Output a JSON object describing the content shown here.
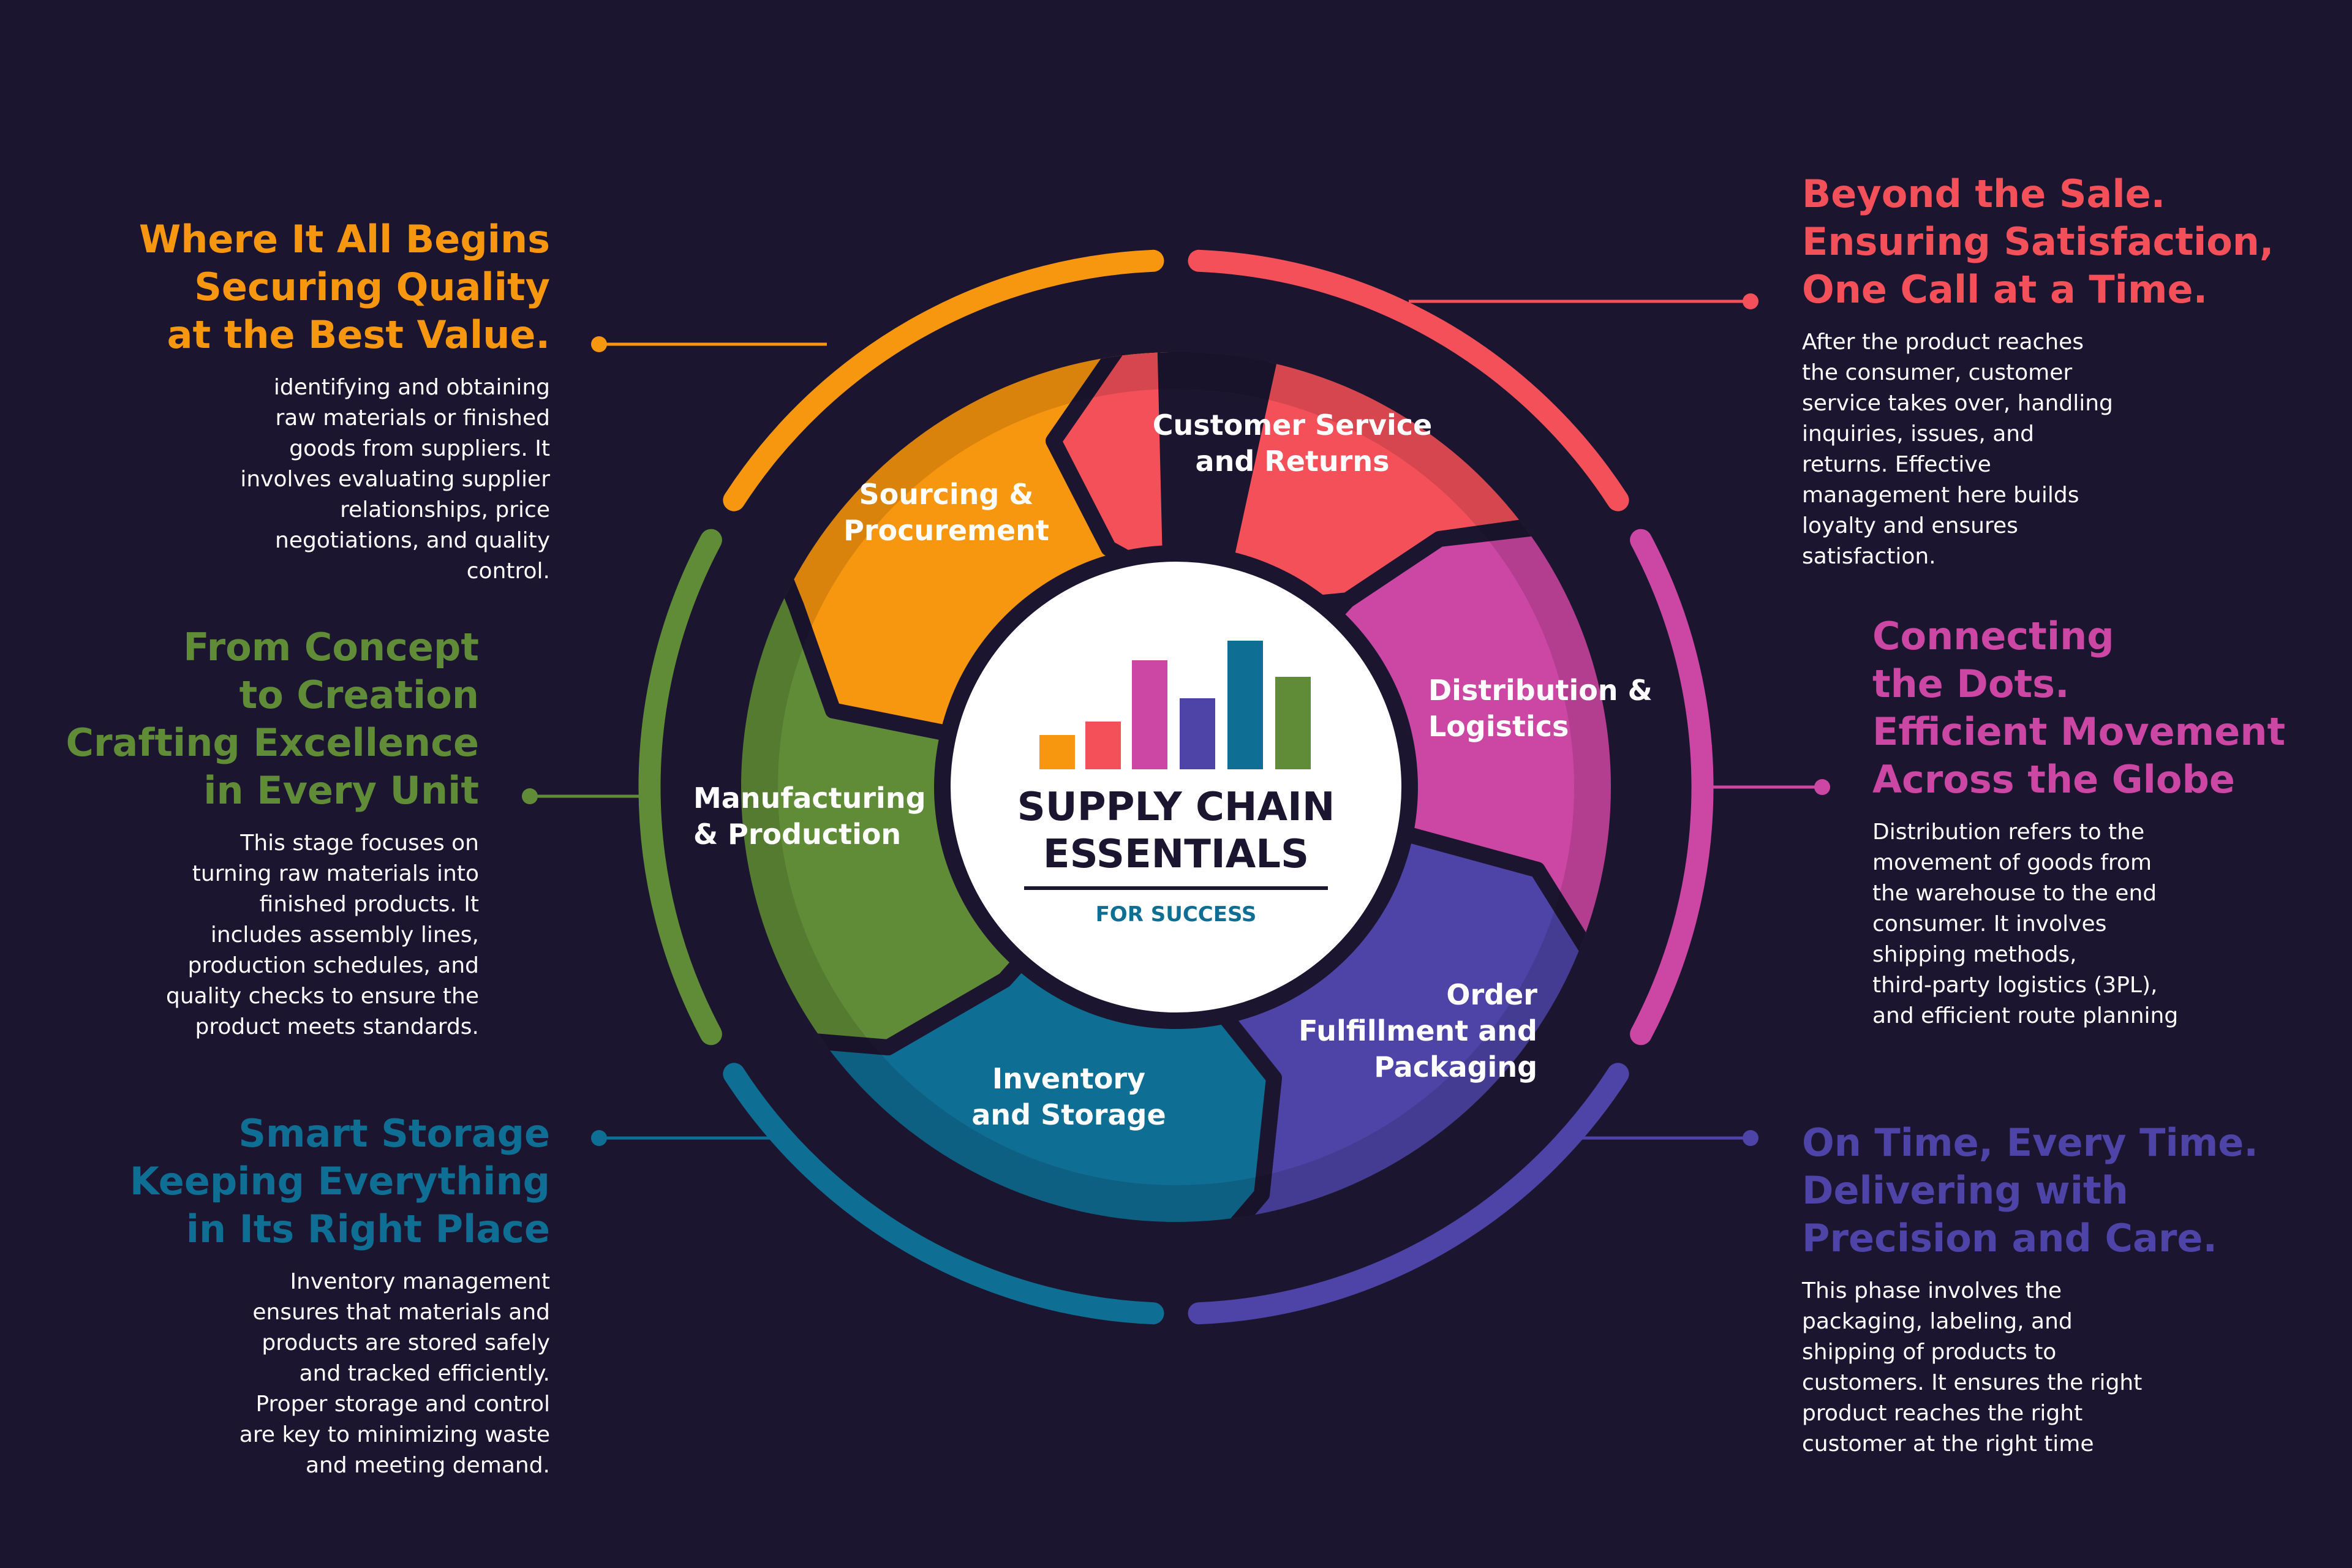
{
  "center": {
    "title_line1": "SUPPLY CHAIN",
    "title_line2": "ESSENTIALS",
    "subtitle": "FOR SUCCESS"
  },
  "colors": {
    "background": "#1c1530",
    "sourcing": "#f7960f",
    "customer_service": "#f4505a",
    "distribution": "#cc46a3",
    "fulfillment": "#4e44a8",
    "inventory": "#0f6e93",
    "manufacturing": "#608c37"
  },
  "segments": {
    "sourcing": "Sourcing & Procurement",
    "customer_service": "Customer Service and Returns",
    "distribution": "Distribution & Logistics",
    "fulfillment": "Order Fulfillment and Packaging",
    "inventory": "Inventory and Storage",
    "manufacturing": "Manufacturing & Production"
  },
  "blocks": {
    "sourcing": {
      "heading": [
        "Where It All Begins",
        "Securing Quality",
        "at the Best Value."
      ],
      "body": [
        "identifying and obtaining",
        "raw materials or finished",
        "goods from suppliers. It",
        "involves evaluating supplier",
        "relationships, price",
        "negotiations, and quality",
        "control."
      ]
    },
    "manufacturing": {
      "heading": [
        "From Concept",
        "to Creation",
        "Crafting Excellence",
        "in Every Unit"
      ],
      "body": [
        "This stage focuses on",
        "turning raw materials into",
        "finished products. It",
        "includes assembly lines,",
        "production schedules, and",
        "quality checks to ensure the",
        "product meets standards."
      ]
    },
    "inventory": {
      "heading": [
        "Smart Storage",
        "Keeping Everything",
        "in Its Right Place"
      ],
      "body": [
        "Inventory management",
        "ensures that materials and",
        "products are stored safely",
        "and tracked efficiently.",
        "Proper storage and control",
        "are key to minimizing waste",
        "and meeting demand."
      ]
    },
    "customer_service": {
      "heading": [
        "Beyond the Sale.",
        "Ensuring Satisfaction,",
        "One Call at a Time."
      ],
      "body": [
        "After the product reaches",
        "the consumer, customer",
        "service takes over, handling",
        "inquiries, issues, and",
        "returns. Effective",
        "management here builds",
        "loyalty and ensures",
        "satisfaction."
      ]
    },
    "distribution": {
      "heading": [
        "Connecting",
        "the Dots.",
        "Efficient Movement",
        "Across the Globe"
      ],
      "body": [
        "Distribution refers to the",
        "movement of goods from",
        "the warehouse to the end",
        "consumer. It involves",
        "shipping methods,",
        "third-party logistics (3PL),",
        "and efficient route planning"
      ]
    },
    "fulfillment": {
      "heading": [
        "On Time, Every Time.",
        "Delivering with",
        "Precision and Care."
      ],
      "body": [
        "This phase involves the",
        "packaging, labeling, and",
        "shipping of products to",
        "customers. It ensures the right",
        "product reaches the right",
        "customer at the right time"
      ]
    }
  }
}
